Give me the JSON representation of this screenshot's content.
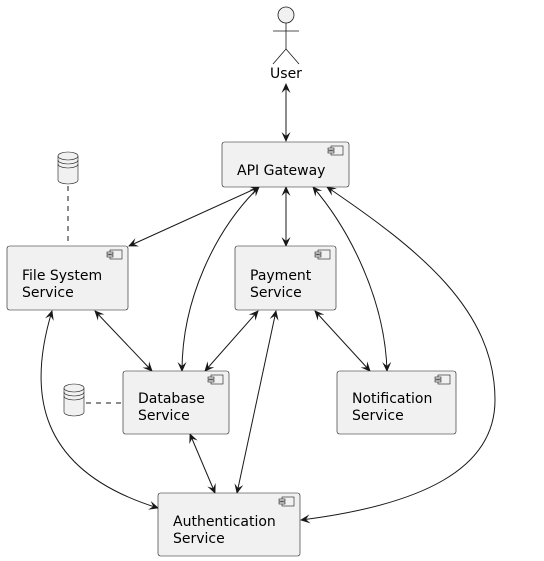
{
  "actor": {
    "label": "User"
  },
  "components": {
    "api_gateway": {
      "line1": "API Gateway",
      "line2": ""
    },
    "file_system": {
      "line1": "File System",
      "line2": "Service"
    },
    "payment": {
      "line1": "Payment",
      "line2": "Service"
    },
    "database": {
      "line1": "Database",
      "line2": "Service"
    },
    "notification": {
      "line1": "Notification",
      "line2": "Service"
    },
    "authentication": {
      "line1": "Authentication",
      "line2": "Service"
    }
  },
  "colors": {
    "box_fill": "#f1f1f1",
    "stroke": "#181818"
  },
  "icons": [
    "actor-stick-figure",
    "component-icon",
    "database-cylinder-icon"
  ]
}
